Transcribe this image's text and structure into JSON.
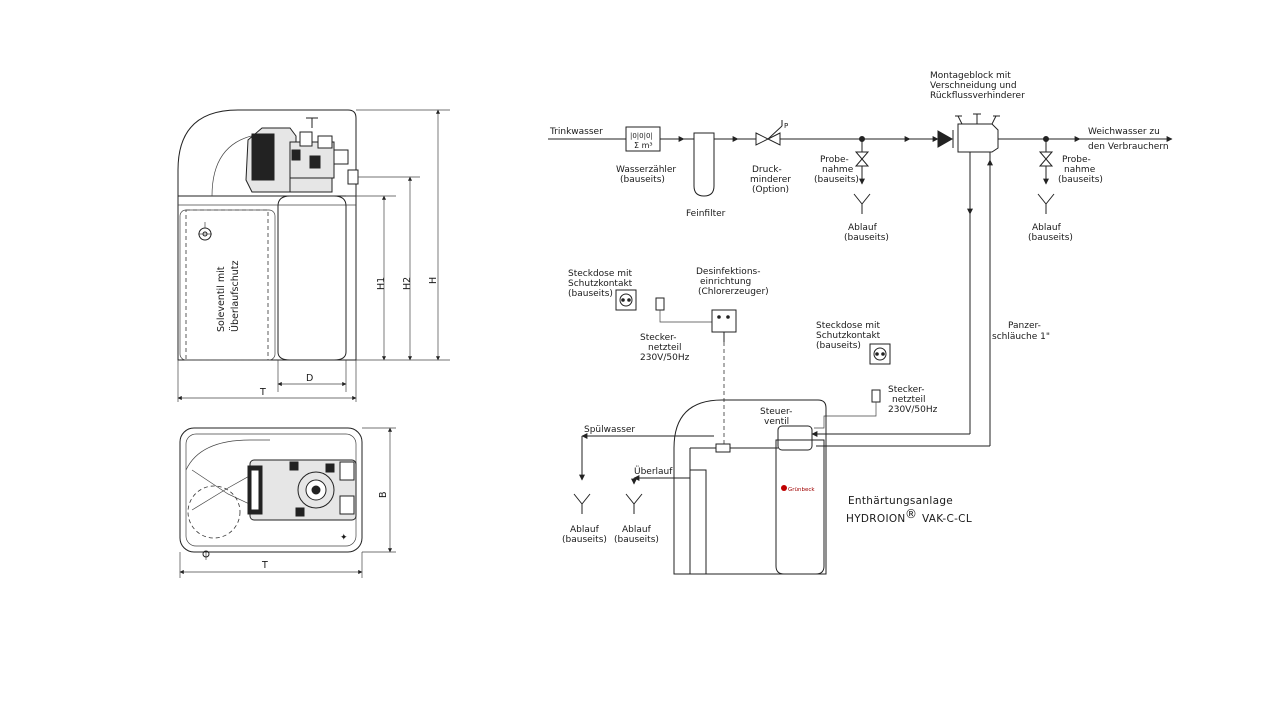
{
  "views": {
    "front_labels": {
      "vertical_text_1": "Soleventil mit",
      "vertical_text_2": "Überlaufschutz",
      "dim_h1": "H1",
      "dim_h2": "H2",
      "dim_h": "H",
      "dim_d": "D",
      "dim_t": "T"
    },
    "top_labels": {
      "dim_b": "B",
      "dim_t": "T"
    }
  },
  "schematic": {
    "trinkwasser": "Trinkwasser",
    "meter_digits": "|0|0|0|",
    "meter_unit": "Σ m³",
    "wasserzaehler_1": "Wasserzähler",
    "wasserzaehler_2": "(bauseits)",
    "feinfilter": "Feinfilter",
    "druck_1": "Druck-",
    "druck_2": "minderer",
    "druck_3": "(Option)",
    "p_mark": "P",
    "probe1_1": "Probe-",
    "probe1_2": "nahme",
    "probe1_3": "(bauseits)",
    "ablauf1_1": "Ablauf",
    "ablauf1_2": "(bauseits)",
    "montage_1": "Montageblock mit",
    "montage_2": "Verschneidung und",
    "montage_3": "Rückflussverhinderer",
    "weich_1": "Weichwasser zu",
    "weich_2": "den Verbrauchern",
    "probe2_1": "Probe-",
    "probe2_2": "nahme",
    "probe2_3": "(bauseits)",
    "ablauf2_1": "Ablauf",
    "ablauf2_2": "(bauseits)",
    "steck1_1": "Steckdose mit",
    "steck1_2": "Schutzkontakt",
    "steck1_3": "(bauseits)",
    "desinf_1": "Desinfektions-",
    "desinf_2": "einrichtung",
    "desinf_3": "(Chlorerzeuger)",
    "netz1_1": "Stecker-",
    "netz1_2": "netzteil",
    "netz1_3": "230V/50Hz",
    "steck2_1": "Steckdose mit",
    "steck2_2": "Schutzkontakt",
    "steck2_3": "(bauseits)",
    "panzer_1": "Panzer-",
    "panzer_2": "schläuche 1\"",
    "netz2_1": "Stecker-",
    "netz2_2": "netzteil",
    "netz2_3": "230V/50Hz",
    "steuer_1": "Steuer-",
    "steuer_2": "ventil",
    "spuelwasser": "Spülwasser",
    "ueberlauf": "Überlauf",
    "ablauf3_1": "Ablauf",
    "ablauf3_2": "(bauseits)",
    "ablauf4_1": "Ablauf",
    "ablauf4_2": "(bauseits)",
    "brand_logo": "Grünbeck",
    "title_1": "Enthärtungsanlage",
    "title_2": "HYDROION",
    "title_reg": "®",
    "title_3": "VAK-C-CL"
  }
}
